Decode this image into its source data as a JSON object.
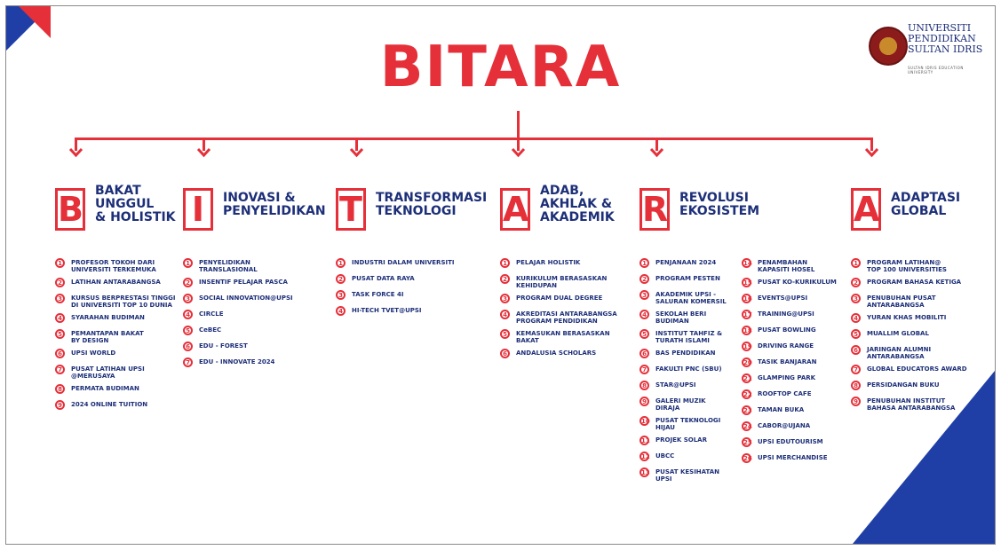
{
  "title": "BITARA",
  "logo": {
    "name": "UNIVERSITI PENDIDIKAN SULTAN IDRIS",
    "line1": "UNIVERSITI",
    "line2": "PENDIDIKAN",
    "line3": "SULTAN IDRIS",
    "tagline": "SULTAN IDRIS EDUCATION UNIVERSITY"
  },
  "colors": {
    "accent": "#e5303a",
    "navy": "#1d2f78",
    "corner": "#1f3fa7"
  },
  "pillars": [
    {
      "letter": "B",
      "title": "BAKAT\nUNGGUL\n& HOLISTIK",
      "items": [
        {
          "n": "1",
          "text": "PROFESOR TOKOH DARI\nUNIVERSITI TERKEMUKA"
        },
        {
          "n": "2",
          "text": "LATIHAN ANTARABANGSA"
        },
        {
          "n": "3",
          "text": "KURSUS BERPRESTASI TINGGI\nDI UNIVERSITI TOP 10 DUNIA"
        },
        {
          "n": "4",
          "text": "SYARAHAN BUDIMAN"
        },
        {
          "n": "5",
          "text": "PEMANTAPAN BAKAT\nBY DESIGN"
        },
        {
          "n": "6",
          "text": "UPSI WORLD"
        },
        {
          "n": "7",
          "text": "PUSAT LATIHAN UPSI\n@MERUSAYA"
        },
        {
          "n": "8",
          "text": "PERMATA BUDIMAN"
        },
        {
          "n": "9",
          "text": "2024 ONLINE TUITION"
        }
      ]
    },
    {
      "letter": "I",
      "title": "INOVASI &\nPENYELIDIKAN",
      "items": [
        {
          "n": "1",
          "text": "PENYELIDIKAN\nTRANSLASIONAL"
        },
        {
          "n": "2",
          "text": "INSENTIF PELAJAR PASCA"
        },
        {
          "n": "3",
          "text": "SOCIAL INNOVATION@UPSI"
        },
        {
          "n": "4",
          "text": "CIRCLE"
        },
        {
          "n": "5",
          "text": "CeBEC"
        },
        {
          "n": "6",
          "text": "EDU - FOREST"
        },
        {
          "n": "7",
          "text": "EDU - INNOVATE 2024"
        }
      ]
    },
    {
      "letter": "T",
      "title": "TRANSFORMASI\nTEKNOLOGI",
      "items": [
        {
          "n": "1",
          "text": "INDUSTRI DALAM UNIVERSITI"
        },
        {
          "n": "2",
          "text": "PUSAT DATA RAYA"
        },
        {
          "n": "3",
          "text": "TASK FORCE 4I"
        },
        {
          "n": "4",
          "text": "HI-TECH TVET@UPSI"
        }
      ]
    },
    {
      "letter": "A",
      "title": "ADAB,\nAKHLAK &\nAKADEMIK",
      "items": [
        {
          "n": "1",
          "text": "PELAJAR HOLISTIK"
        },
        {
          "n": "2",
          "text": "KURIKULUM BERASASKAN\nKEHIDUPAN"
        },
        {
          "n": "3",
          "text": "PROGRAM DUAL DEGREE"
        },
        {
          "n": "4",
          "text": "AKREDITASI ANTARABANGSA\nPROGRAM PENDIDIKAN"
        },
        {
          "n": "5",
          "text": "KEMASUKAN BERASASKAN\nBAKAT"
        },
        {
          "n": "6",
          "text": "ANDALUSIA SCHOLARS"
        }
      ]
    },
    {
      "letter": "R",
      "title": "REVOLUSI\nEKOSISTEM",
      "items": [
        {
          "n": "1",
          "text": "PENJANAAN 2024"
        },
        {
          "n": "2",
          "text": "PROGRAM PESTEN"
        },
        {
          "n": "3",
          "text": "AKADEMIK UPSI -\nSALURAN KOMERSIL"
        },
        {
          "n": "4",
          "text": "SEKOLAH BERI\nBUDIMAN"
        },
        {
          "n": "5",
          "text": "INSTITUT TAHFIZ &\nTURATH ISLAMI"
        },
        {
          "n": "6",
          "text": "BAS PENDIDIKAN"
        },
        {
          "n": "7",
          "text": "FAKULTI PNC (SBU)"
        },
        {
          "n": "8",
          "text": "STAR@UPSI"
        },
        {
          "n": "9",
          "text": "GALERI MUZIK\nDIRAJA"
        },
        {
          "n": "10",
          "text": "PUSAT TEKNOLOGI\nHIJAU"
        },
        {
          "n": "11",
          "text": "PROJEK SOLAR"
        },
        {
          "n": "12",
          "text": "UBCC"
        },
        {
          "n": "13",
          "text": "PUSAT KESIHATAN\nUPSI"
        }
      ],
      "items2": [
        {
          "n": "14",
          "text": "PENAMBAHAN\nKAPASITI HOSEL"
        },
        {
          "n": "15",
          "text": "PUSAT KO-KURIKULUM"
        },
        {
          "n": "16",
          "text": "EVENTS@UPSI"
        },
        {
          "n": "17",
          "text": "TRAINING@UPSI"
        },
        {
          "n": "18",
          "text": "PUSAT BOWLING"
        },
        {
          "n": "19",
          "text": "DRIVING RANGE"
        },
        {
          "n": "20",
          "text": "TASIK BANJARAN"
        },
        {
          "n": "21",
          "text": "GLAMPING PARK"
        },
        {
          "n": "22",
          "text": "ROOFTOP CAFE"
        },
        {
          "n": "23",
          "text": "TAMAN BUKA"
        },
        {
          "n": "24",
          "text": "CABOR@UJANA"
        },
        {
          "n": "25",
          "text": "UPSI EDUTOURISM"
        },
        {
          "n": "26",
          "text": "UPSI MERCHANDISE"
        }
      ]
    },
    {
      "letter": "A",
      "title": "ADAPTASI\nGLOBAL",
      "items": [
        {
          "n": "1",
          "text": "PROGRAM LATIHAN@\nTOP 100 UNIVERSITIES"
        },
        {
          "n": "2",
          "text": "PROGRAM BAHASA KETIGA"
        },
        {
          "n": "3",
          "text": "PENUBUHAN PUSAT\nANTARABANGSA"
        },
        {
          "n": "4",
          "text": "YURAN KHAS MOBILITI"
        },
        {
          "n": "5",
          "text": "MUALLIM GLOBAL"
        },
        {
          "n": "6",
          "text": "JARINGAN ALUMNI\nANTARABANGSA"
        },
        {
          "n": "7",
          "text": "GLOBAL EDUCATORS AWARD"
        },
        {
          "n": "8",
          "text": "PERSIDANGAN BUKU"
        },
        {
          "n": "9",
          "text": "PENUBUHAN INSTITUT\nBAHASA ANTARABANGSA"
        }
      ]
    }
  ]
}
